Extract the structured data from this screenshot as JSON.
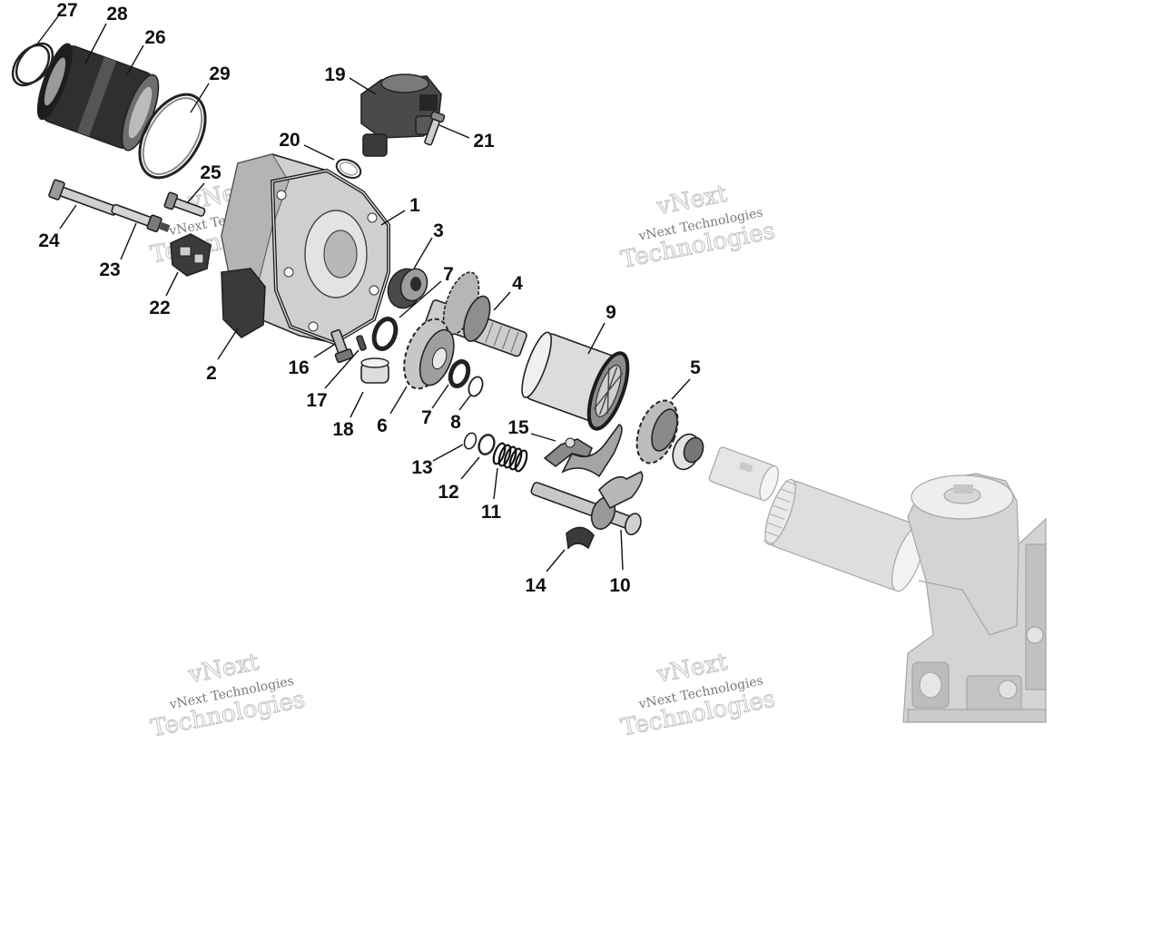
{
  "diagram": {
    "watermark": {
      "line1": "vNext",
      "line2": "vNext Technologies",
      "line3": "Technologies"
    },
    "callouts": [
      "1",
      "2",
      "3",
      "4",
      "5",
      "6",
      "7",
      "7",
      "8",
      "9",
      "10",
      "11",
      "12",
      "13",
      "14",
      "15",
      "16",
      "17",
      "18",
      "19",
      "20",
      "21",
      "22",
      "23",
      "24",
      "25",
      "26",
      "27",
      "28",
      "29"
    ]
  },
  "colors": {
    "ink": "#111111",
    "part_dark": "#3a3a3a",
    "part_mid": "#8c8c8c",
    "part_light": "#d9d9d9",
    "ghost": "#cfcfcf",
    "watermark": "#c8c8c8"
  }
}
